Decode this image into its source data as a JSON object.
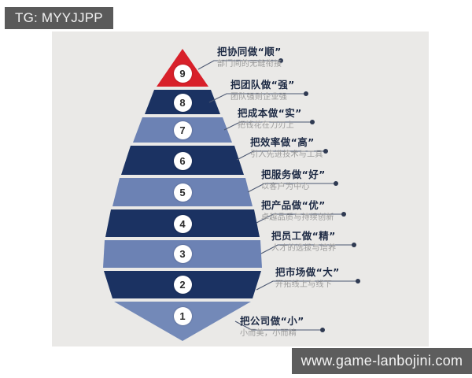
{
  "tag": {
    "label": "TG: MYYJJPP"
  },
  "watermark": {
    "label": "www.game-lanbojini.com"
  },
  "colors": {
    "panel_background": "#eae9e7",
    "page_background": "#ffffff",
    "apex_red": "#d8202a",
    "band_dark": "#1b3262",
    "band_light": "#6c82b4",
    "band_light_alt": "#7389b8",
    "badge_background": "#ffffff",
    "badge_text": "#2b2b2b",
    "title_text": "#1d2a44",
    "subtitle_text": "#9a9a9a",
    "connector_line": "#4a5670",
    "tag_background": "#5a5a5a",
    "watermark_background": "#5d5d5d"
  },
  "chart_data": {
    "type": "pyramid",
    "title": "",
    "level_count": 9,
    "levels": [
      {
        "number": "9",
        "title": "把协同做“顺”",
        "subtitle": "部门间的无缝衔接",
        "band_color": "#d8202a",
        "shape": "apex-triangle"
      },
      {
        "number": "8",
        "title": "把团队做“强”",
        "subtitle": "团队强则企业强",
        "band_color": "#1b3262",
        "shape": "trapezoid"
      },
      {
        "number": "7",
        "title": "把成本做“实”",
        "subtitle": "把钱花在刀刃上",
        "band_color": "#6c82b4",
        "shape": "trapezoid"
      },
      {
        "number": "6",
        "title": "把效率做“高”",
        "subtitle": "引入先进技术与工具",
        "band_color": "#1b3262",
        "shape": "trapezoid"
      },
      {
        "number": "5",
        "title": "把服务做“好”",
        "subtitle": "以客户为中心",
        "band_color": "#6c82b4",
        "shape": "trapezoid"
      },
      {
        "number": "4",
        "title": "把产品做“优”",
        "subtitle": "卓越品质与持续创新",
        "band_color": "#1b3262",
        "shape": "trapezoid"
      },
      {
        "number": "3",
        "title": "把员工做“精”",
        "subtitle": "人才的选拔与培养",
        "band_color": "#6c82b4",
        "shape": "widest-band"
      },
      {
        "number": "2",
        "title": "把市场做“大”",
        "subtitle": "开拓线上与线下",
        "band_color": "#1b3262",
        "shape": "inverted-trapezoid"
      },
      {
        "number": "1",
        "title": "把公司做“小”",
        "subtitle": "小而美，小而精",
        "band_color": "#7389b8",
        "shape": "inverted-triangle"
      }
    ]
  }
}
